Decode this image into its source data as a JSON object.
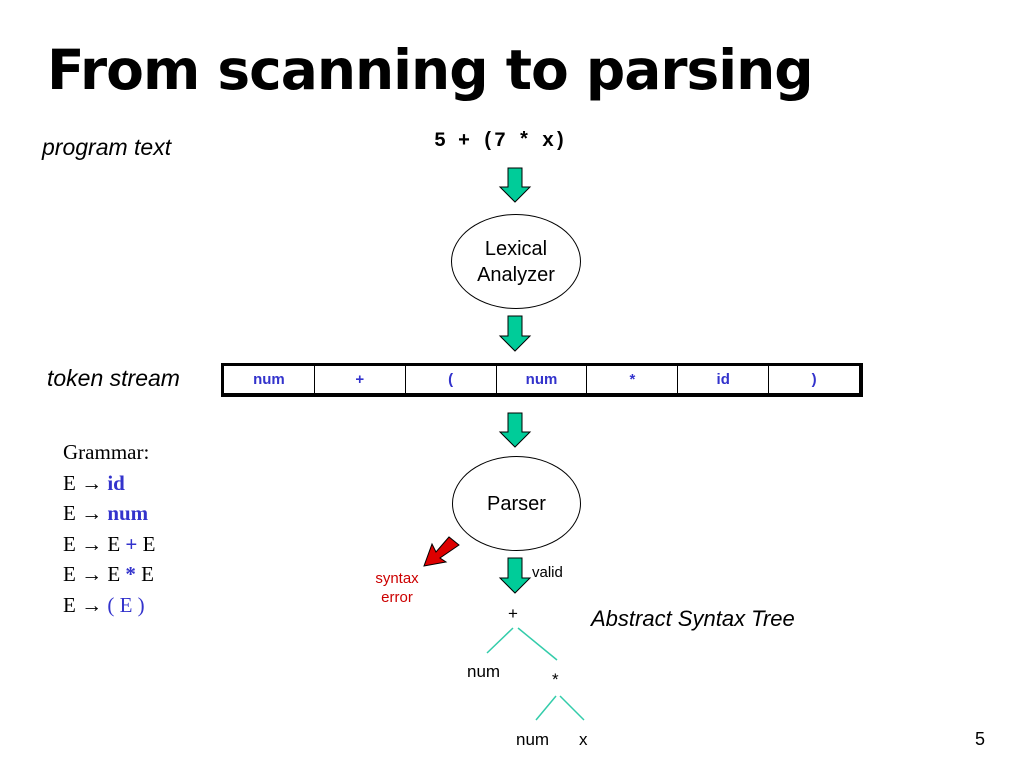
{
  "slide": {
    "title": "From scanning to parsing",
    "page_number": "5"
  },
  "program_text": {
    "label": "program text",
    "code": "5 + (7 * x)"
  },
  "lexical_analyzer": {
    "line1": "Lexical",
    "line2": "Analyzer"
  },
  "token_stream": {
    "label": "token stream",
    "tokens": [
      "num",
      "+",
      "(",
      "num",
      "*",
      "id",
      ")"
    ]
  },
  "grammar": {
    "heading": "Grammar:",
    "rules": [
      {
        "lhs": "E",
        "arrow": "→",
        "pre": "",
        "term": "id",
        "post": ""
      },
      {
        "lhs": "E",
        "arrow": "→",
        "pre": "",
        "term": "num",
        "post": ""
      },
      {
        "lhs": "E",
        "arrow": "→",
        "pre": "E ",
        "term": "+",
        "post": " E"
      },
      {
        "lhs": "E",
        "arrow": "→",
        "pre": "E ",
        "term": "*",
        "post": " E"
      },
      {
        "lhs": "E",
        "arrow": "→",
        "pre": "",
        "term": "( E )",
        "post": ""
      }
    ]
  },
  "parser": {
    "label": "Parser",
    "error_line1": "syntax",
    "error_line2": "error",
    "valid_label": "valid"
  },
  "ast": {
    "label": "Abstract Syntax Tree",
    "root": "+",
    "left_leaf": "num",
    "inner": "*",
    "inner_left": "num",
    "inner_right": "x"
  },
  "colors": {
    "arrow_fill": "#00cc99",
    "error_arrow_fill": "#dd0000",
    "token_text": "#3333cc",
    "tree_lines": "#33ccaa",
    "error_text": "#cc0000"
  }
}
